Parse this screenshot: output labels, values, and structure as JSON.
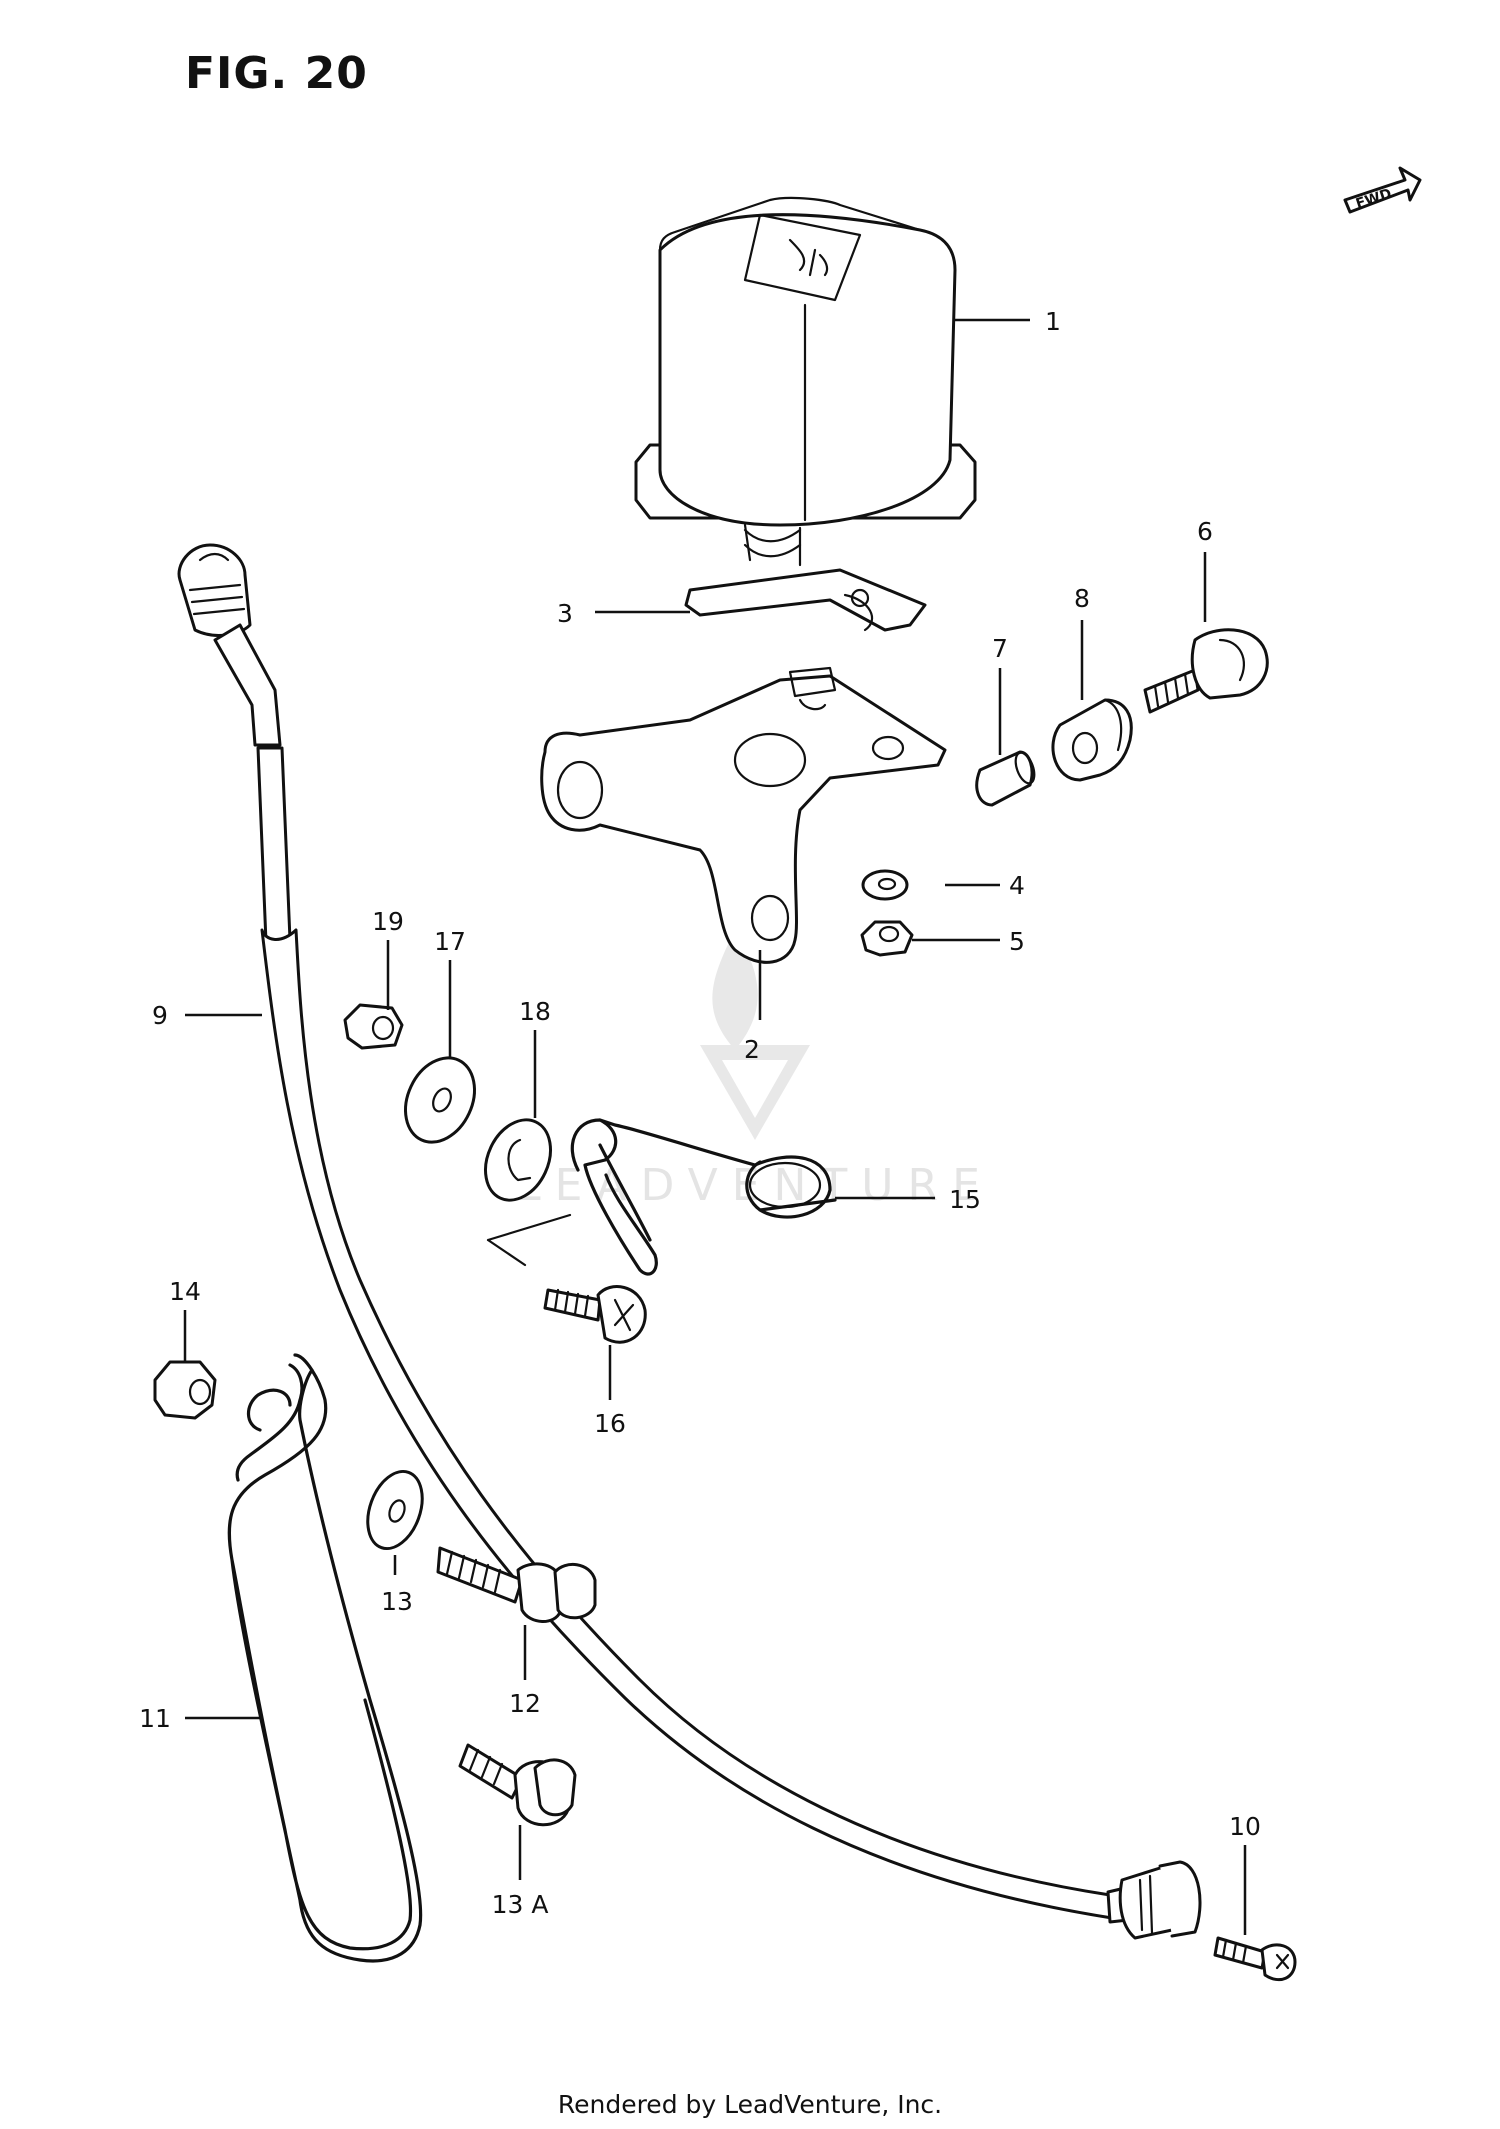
{
  "figure": {
    "title": "FIG. 20"
  },
  "direction_tag": "FWD",
  "watermark": "LEADVENTURE",
  "footer": "Rendered by LeadVenture, Inc.",
  "callouts": [
    {
      "id": "1",
      "text": "1"
    },
    {
      "id": "2",
      "text": "2"
    },
    {
      "id": "3",
      "text": "3"
    },
    {
      "id": "4",
      "text": "4"
    },
    {
      "id": "5",
      "text": "5"
    },
    {
      "id": "6",
      "text": "6"
    },
    {
      "id": "7",
      "text": "7"
    },
    {
      "id": "8",
      "text": "8"
    },
    {
      "id": "9",
      "text": "9"
    },
    {
      "id": "10",
      "text": "10"
    },
    {
      "id": "11",
      "text": "11"
    },
    {
      "id": "12",
      "text": "12"
    },
    {
      "id": "13",
      "text": "13"
    },
    {
      "id": "13a",
      "text": "13 A"
    },
    {
      "id": "14",
      "text": "14"
    },
    {
      "id": "15",
      "text": "15"
    },
    {
      "id": "16",
      "text": "16"
    },
    {
      "id": "17",
      "text": "17"
    },
    {
      "id": "18",
      "text": "18"
    },
    {
      "id": "19",
      "text": "19"
    }
  ]
}
